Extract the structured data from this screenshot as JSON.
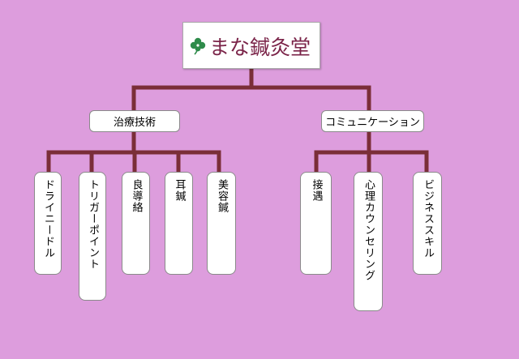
{
  "colors": {
    "background": "#dd9ddd",
    "line": "#7a2e38",
    "brand": "#7a2348",
    "clover": "#2e8b4a"
  },
  "root": {
    "label": "まな鍼灸堂",
    "icon": "clover-icon"
  },
  "branches": [
    {
      "label": "治療技術",
      "leaves": [
        "ドライニードル",
        "トリガーポイント",
        "良導絡",
        "耳鍼",
        "美容鍼"
      ]
    },
    {
      "label": "コミュニケーション",
      "leaves": [
        "接遇",
        "心理カウンセリング",
        "ビジネススキル"
      ]
    }
  ]
}
